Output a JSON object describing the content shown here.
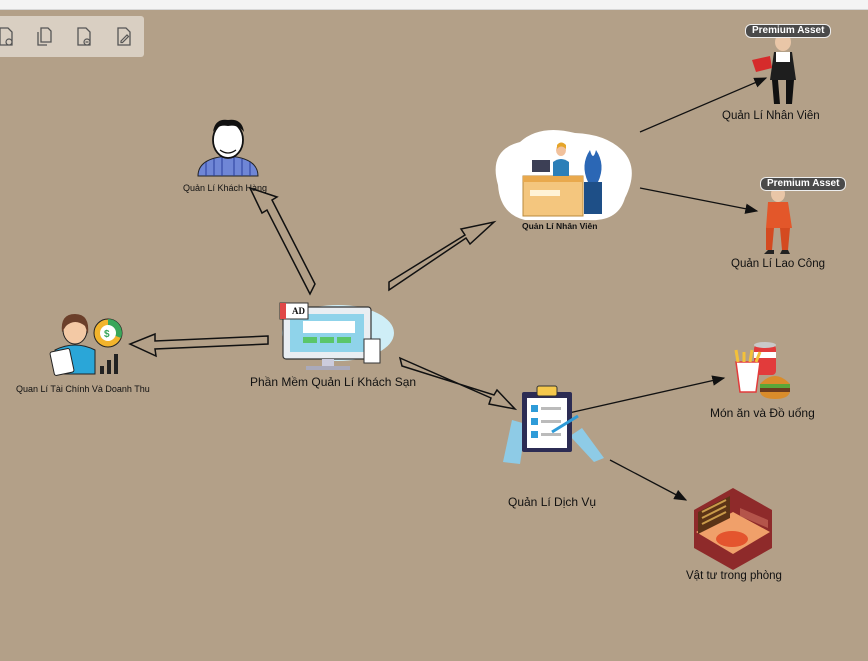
{
  "toolbar": {
    "icons": [
      "page-settings-icon",
      "duplicate-page-icon",
      "delete-page-icon",
      "edit-page-icon"
    ]
  },
  "diagram": {
    "center_label": "Phần Mềm Quản Lí Khách Sạn",
    "center_badge": "AD",
    "customer_label": "Quản Lí Khách Hàng",
    "finance_label": "Quan Lí Tài Chính Và Doanh Thu",
    "staff_hub_label": "Quản Lí Nhân Viên",
    "service_hub_label": "Quản Lí Dịch Vụ",
    "staff_leaf_label": "Quản Lí Nhân Viên",
    "cleaner_leaf_label": "Quản Lí Lao Công",
    "food_label": "Món ăn và Đồ uống",
    "supplies_label": "Vật tư trong phòng",
    "premium_badge_1": "Premium Asset",
    "premium_badge_2": "Premium Asset"
  },
  "colors": {
    "background": "#b3a088",
    "toolbar": "#d9cfc2",
    "arrow_outline": "#111111"
  }
}
